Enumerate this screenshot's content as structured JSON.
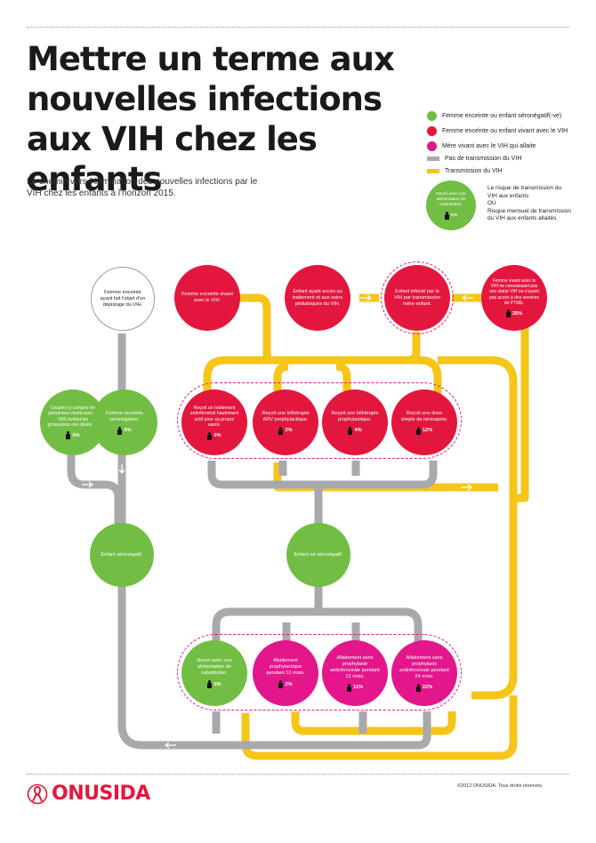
{
  "title": "Mettre un terme aux nouvelles infections aux VIH chez les enfants",
  "subtitle": "Le chemin vers l'élimination des nouvelles infections par le VIH chez les enfants à l'horizon 2015.",
  "colors": {
    "green": "#72be44",
    "red": "#e3173e",
    "pink": "#e4168c",
    "gray": "#a7a9ac",
    "yellow": "#f5c518"
  },
  "legend": {
    "items": [
      {
        "label": "Femme enceinte ou enfant séronégatif(-ve)"
      },
      {
        "label": "Femme enceinte ou enfant vivant avec le VIH"
      },
      {
        "label": "Mère vivant avec le VIH qui allaite"
      },
      {
        "label": "Pas de transmission du VIH"
      },
      {
        "label": "Transmission du VIH"
      }
    ],
    "example_node": {
      "text": "Nourri avec une alimentation de substitution.",
      "percent": "0%"
    },
    "note_1": "Le risque de transmission du VIH aux enfants",
    "note_or": "OU",
    "note_2": "Risque mensuel de transmission du VIH aux enfants allaités"
  },
  "nodes": {
    "n1": {
      "text": "Femme enceinte ayant fait l'objet d'un dépistage du VIH."
    },
    "n2": {
      "text": "Femme enceinte vivant avec le VIH."
    },
    "n3": {
      "text": "Enfant ayant accès au traitement et aux soins pédiatriques du VIH."
    },
    "n4": {
      "text": "Enfant infecté par le VIH par transmission mère-enfant."
    },
    "n5": {
      "text": "Femme vivant avec le VIH ne connaissant pas son statut VIH ou n'ayant pas accès à des services de PTME.",
      "percent": "35%"
    },
    "n6": {
      "text": "Couples (y compris les personnes vivant avec le VIH) évitant les grossesses non désirées.",
      "percent": "0%"
    },
    "n7": {
      "text": "Femme enceinte séronégative.",
      "percent": "0%"
    },
    "n8": {
      "text": "Reçoit un traitement antirétroviral hautement actif pour sa propre santé.",
      "percent": "0%"
    },
    "n9": {
      "text": "Reçoit une trithérapie ARV prophylactique.",
      "percent": "2%"
    },
    "n10": {
      "text": "Reçoit une bithérapie prophylactique.",
      "percent": "4%"
    },
    "n11": {
      "text": "Reçoit une dose simple de névirapine.",
      "percent": "12%"
    },
    "n12": {
      "text": "Enfant séronégatif."
    },
    "n13": {
      "text": "Enfant né séronégatif."
    },
    "n14": {
      "text": "Nourri avec une alimentation de substitution.",
      "percent": "0%"
    },
    "n15": {
      "text": "Allaitement prophylactique pendant 12 mois.",
      "percent": "2%"
    },
    "n16": {
      "text": "Allaitement sans prophylaxie antirétrovirale pendant 12 mois.",
      "percent": "11%"
    },
    "n17": {
      "text": "Allaitement sans prophylaxie antirétrovirale pendant 24 mois.",
      "percent": "22%"
    }
  },
  "footer": {
    "logo": "ONUSIDA",
    "copyright": "©2012 ONUSIDA. Tous droits réservés."
  }
}
